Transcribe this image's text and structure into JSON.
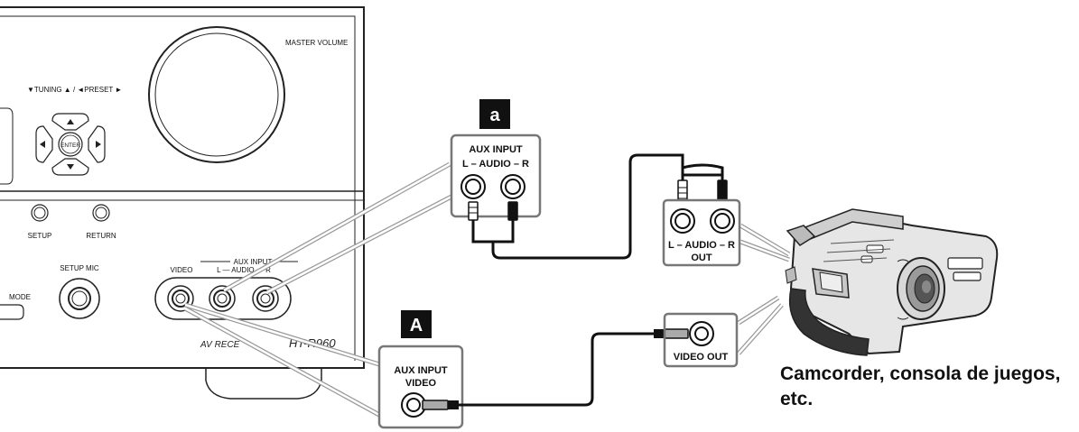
{
  "receiver": {
    "master_volume": "MASTER VOLUME",
    "tuning_preset": "▼TUNING ▲ / ◄PRESET ►",
    "enter": "ENTER",
    "setup": "SETUP",
    "return": "RETURN",
    "setup_mic": "SETUP MIC",
    "mode": "MODE",
    "aux_input_header": "AUX INPUT",
    "video": "VIDEO",
    "l_audio_r": "L — AUDIO — R",
    "model": "AV RECE",
    "model_suffix": "HT-R960"
  },
  "callout_a_lower": {
    "letter": "a",
    "title": "AUX INPUT",
    "subtitle": "L – AUDIO – R"
  },
  "callout_a_upper": {
    "letter": "A",
    "title": "AUX INPUT",
    "subtitle": "VIDEO"
  },
  "device_audio": {
    "label": "L – AUDIO – R",
    "out": "OUT"
  },
  "device_video": {
    "label": "VIDEO OUT"
  },
  "device_caption": {
    "line1": "Camcorder, consola de juegos,",
    "line2": "etc."
  }
}
